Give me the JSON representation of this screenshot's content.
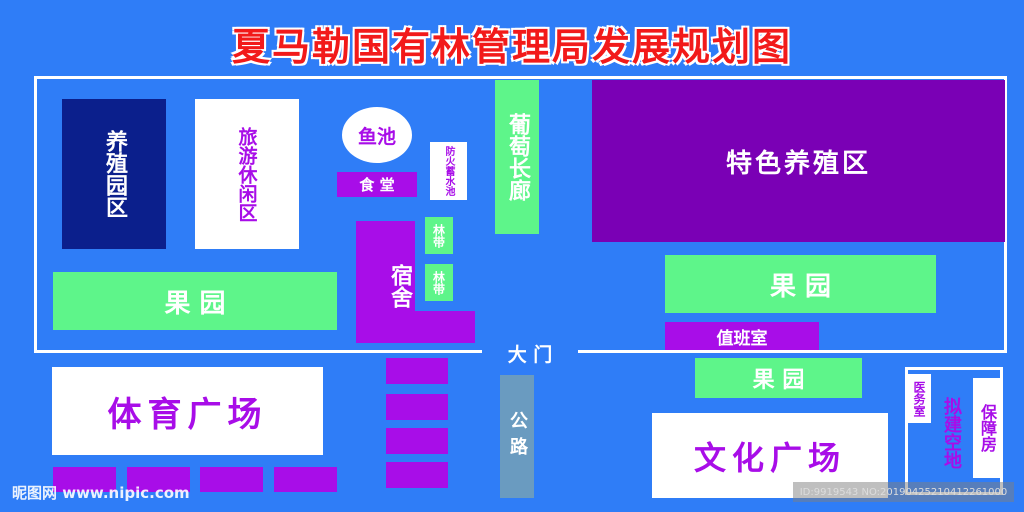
{
  "title": "夏马勒国有林管理局发展规划图",
  "zones": {
    "breeding_park": "养殖园区",
    "tourism": "旅游休闲区",
    "fish_pond": "鱼池",
    "canteen": "食 堂",
    "fire_pool": "防火蓄水池",
    "grape_corridor": "葡萄长廊",
    "special_breeding": "特色养殖区",
    "dormitory": "宿舍",
    "forest_belt_1": "林带",
    "forest_belt_2": "林带",
    "orchard_left": "果 园",
    "orchard_right": "果 园",
    "duty_room": "值班室",
    "gate": "大 门",
    "sports_square": "体育广场",
    "road": "公路",
    "orchard_bottom": "果 园",
    "culture_square": "文化广场",
    "clinic": "医务室",
    "planned_land": "拟建空地",
    "affordable_housing": "保障房"
  },
  "watermark": {
    "left": "昵图网 www.nipic.com",
    "right": "ID:9919543 NO:20190425210412261000"
  }
}
